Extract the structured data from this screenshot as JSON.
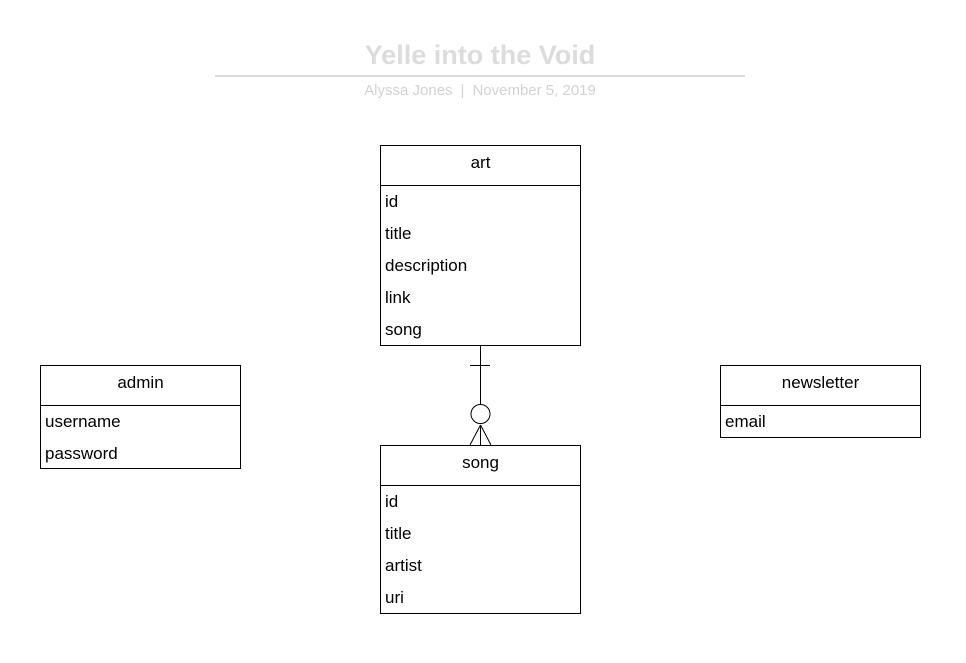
{
  "header": {
    "title": "Yelle into the Void",
    "author": "Alyssa Jones",
    "separator": "|",
    "date": "November 5, 2019"
  },
  "entities": {
    "art": {
      "name": "art",
      "fields": [
        "id",
        "title",
        "description",
        "link",
        "song"
      ]
    },
    "admin": {
      "name": "admin",
      "fields": [
        "username",
        "password"
      ]
    },
    "newsletter": {
      "name": "newsletter",
      "fields": [
        "email"
      ]
    },
    "song": {
      "name": "song",
      "fields": [
        "id",
        "title",
        "artist",
        "uri"
      ]
    }
  },
  "relationships": [
    {
      "from": "art",
      "to": "song",
      "from_cardinality": "one",
      "to_cardinality": "zero-or-many"
    }
  ]
}
